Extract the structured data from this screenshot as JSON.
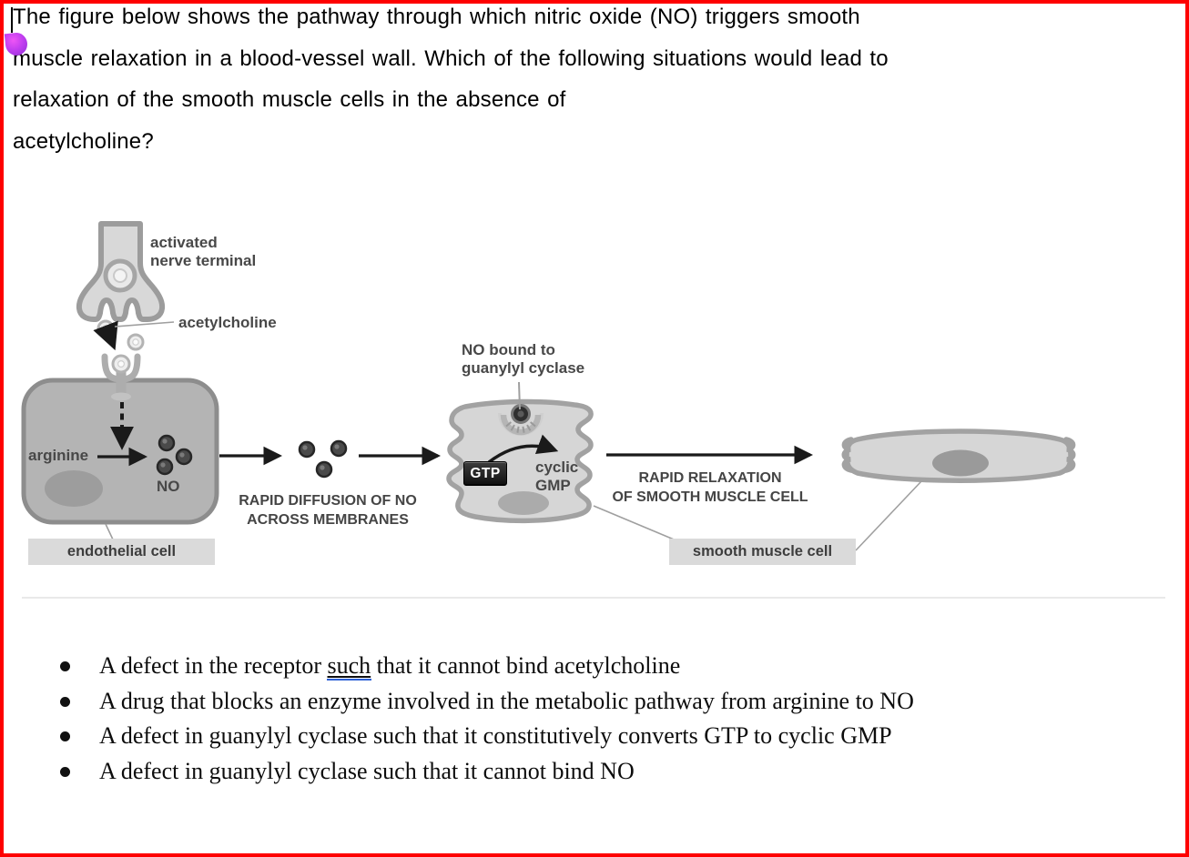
{
  "page": {
    "border_color": "#fe0000",
    "presence_marker_color": "#c33ff0",
    "grammar_underline_color": "#2b5fd6"
  },
  "question": {
    "lines": [
      "The figure below shows the pathway through which nitric oxide (NO) triggers smooth",
      "muscle relaxation in a blood-vessel wall. Which of the following situations would lead to",
      "relaxation of the smooth muscle cells in the absence of",
      "acetylcholine?"
    ]
  },
  "diagram": {
    "labels": {
      "nerve_terminal_1": "activated",
      "nerve_terminal_2": "nerve terminal",
      "acetylcholine": "acetylcholine",
      "arginine": "arginine",
      "no": "NO",
      "endothelial_cell": "endothelial cell",
      "diffusion_1": "RAPID DIFFUSION OF NO",
      "diffusion_2": "ACROSS MEMBRANES",
      "no_bound_1": "NO bound to",
      "no_bound_2": "guanylyl cyclase",
      "gtp": "GTP",
      "cyclic_1": "cyclic",
      "cyclic_2": "GMP",
      "relaxation_1": "RAPID RELAXATION",
      "relaxation_2": "OF SMOOTH MUSCLE CELL",
      "smooth_muscle_cell": "smooth muscle cell"
    },
    "colors": {
      "endothelial_fill": "#b4b4b4",
      "muscle_fill": "#d6d6d6",
      "outline": "#a2a2a2",
      "label_box": "#dadada",
      "gtp_box": "#1c1c1c"
    }
  },
  "options": [
    {
      "pre": "A defect in the receptor ",
      "underlined": "such",
      "post": " that it cannot bind acetylcholine"
    },
    {
      "text": "A drug that blocks an enzyme involved in the metabolic pathway from arginine to NO"
    },
    {
      "text": "A defect in guanylyl cyclase such that it constitutively converts GTP to cyclic GMP"
    },
    {
      "text": "A defect in guanylyl cyclase such that it cannot bind NO"
    }
  ]
}
